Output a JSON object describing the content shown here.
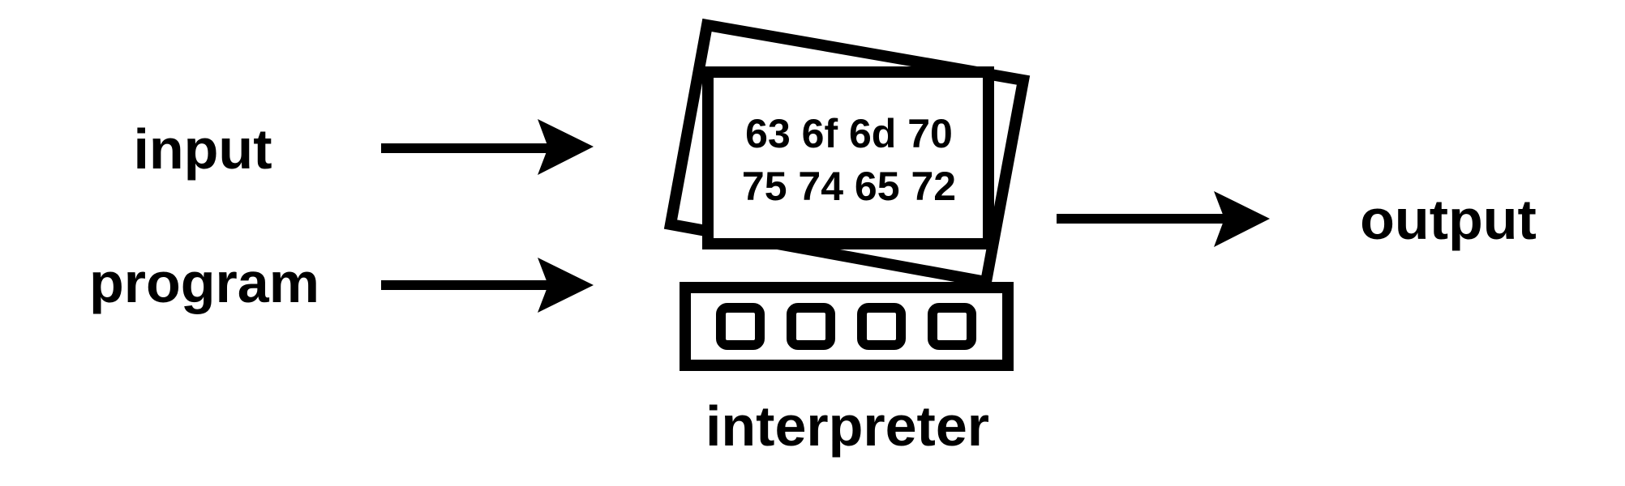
{
  "labels": {
    "input": "input",
    "program": "program",
    "output": "output",
    "interpreter": "interpreter"
  },
  "screen": {
    "hex_line_1": "63 6f 6d 70",
    "hex_line_2": "75 74 65 72"
  },
  "colors": {
    "ink": "#000000",
    "background": "#ffffff"
  }
}
